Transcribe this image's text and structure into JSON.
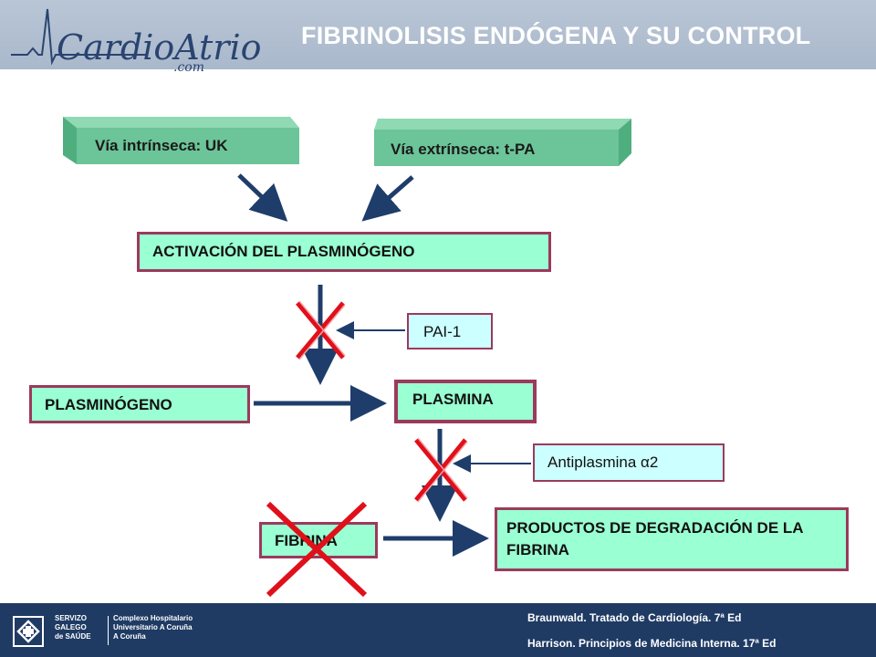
{
  "header": {
    "logo_text": "CardioAtrio",
    "logo_sub": ".com",
    "title": "FIBRINOLISIS ENDÓGENA Y SU CONTROL"
  },
  "diagram": {
    "intrinsic": "Vía intrínseca: UK",
    "extrinsic": "Vía extrínseca: t-PA",
    "activation": "ACTIVACIÓN DEL PLASMINÓGENO",
    "pai": "PAI-1",
    "plasminogen": "PLASMINÓGENO",
    "plasmin": "PLASMINA",
    "antiplasmin": "Antiplasmina α2",
    "fibrin": "FIBRINA",
    "products": "PRODUCTOS DE DEGRADACIÓN DE LA FIBRINA"
  },
  "footer": {
    "sergas_left": [
      "SERVIZO",
      "GALEGO",
      "de SAÚDE"
    ],
    "sergas_right": [
      "Complexo Hospitalario",
      "Universitario A Coruña",
      "A Coruña"
    ],
    "ref1": "Braunwald. Tratado de Cardiología. 7ª Ed",
    "ref2": "Harrison. Principios de Medicina Interna. 17ª Ed"
  },
  "colors": {
    "box_fill": "#9affd2",
    "box_border": "#9b3a5c",
    "inhibitor_fill": "#ccffff",
    "arrow": "#1f3d6b",
    "cross": "#e0101a",
    "slab": "#6cc499"
  }
}
